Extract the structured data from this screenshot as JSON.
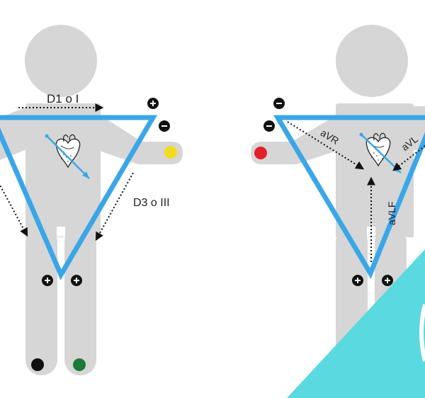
{
  "left_panel": {
    "lead_top_label": "D1 o I",
    "lead_right_label": "D3 o III"
  },
  "right_panel": {
    "avr_label": "aVR",
    "avl_label": "aVL",
    "avf_label": "aVLF"
  },
  "colors": {
    "body": "#d6d6d6",
    "triangle": "#3aa6e8",
    "teal_corner": "#5ad9e0",
    "electrode_right_arm": "#f2dc1e",
    "electrode_left_arm_red": "#e3202a",
    "electrode_black": "#111111",
    "electrode_green": "#1d7a3a",
    "terminal": "#111111"
  },
  "icons": {
    "terminal_plus": "plus-circle-icon",
    "terminal_minus": "minus-circle-icon",
    "heart": "heart-icon"
  }
}
